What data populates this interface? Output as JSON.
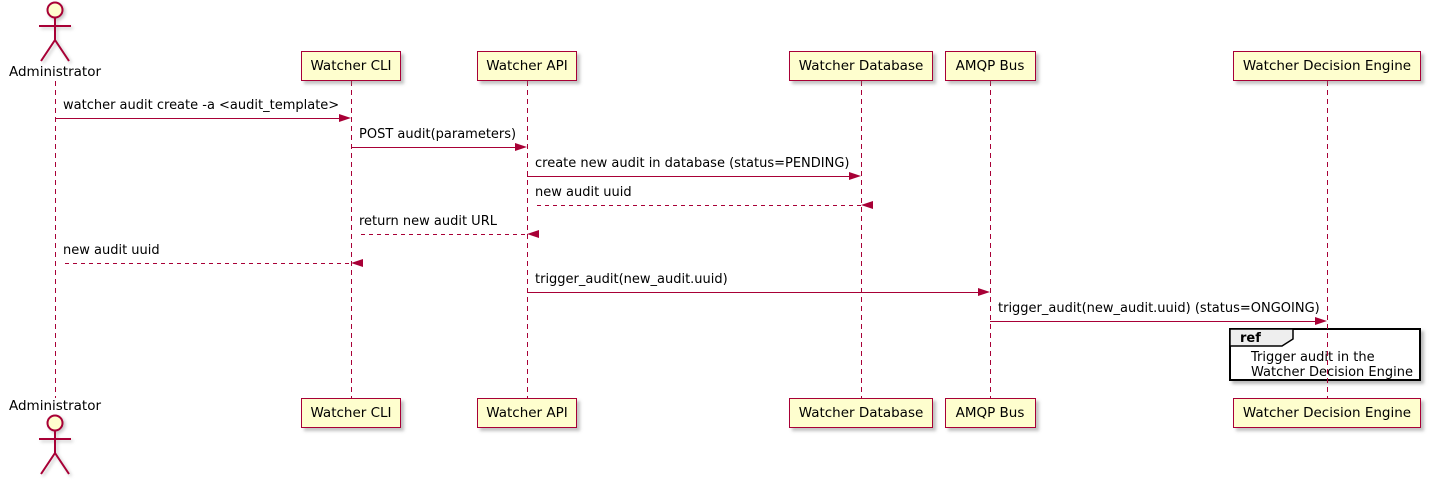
{
  "colors": {
    "accent": "#A80036",
    "participant_fill": "#FEFECE",
    "ref_header_fill": "#EEEEEE",
    "text": "#000000",
    "background": "#FFFFFF"
  },
  "participants": [
    {
      "name": "Administrator",
      "type": "actor"
    },
    {
      "name": "Watcher CLI",
      "type": "participant"
    },
    {
      "name": "Watcher API",
      "type": "participant"
    },
    {
      "name": "Watcher Database",
      "type": "participant"
    },
    {
      "name": "AMQP Bus",
      "type": "participant"
    },
    {
      "name": "Watcher Decision Engine",
      "type": "participant"
    }
  ],
  "messages": [
    {
      "text": "watcher audit create -a <audit_template>",
      "from": "Administrator",
      "to": "Watcher CLI",
      "line": "solid"
    },
    {
      "text": "POST audit(parameters)",
      "from": "Watcher CLI",
      "to": "Watcher API",
      "line": "solid"
    },
    {
      "text": "create new audit in database (status=PENDING)",
      "from": "Watcher API",
      "to": "Watcher Database",
      "line": "solid"
    },
    {
      "text": "new audit uuid",
      "from": "Watcher Database",
      "to": "Watcher API",
      "line": "dashed"
    },
    {
      "text": "return new audit URL",
      "from": "Watcher API",
      "to": "Watcher CLI",
      "line": "dashed"
    },
    {
      "text": "new audit uuid",
      "from": "Watcher CLI",
      "to": "Administrator",
      "line": "dashed"
    },
    {
      "text": "trigger_audit(new_audit.uuid)",
      "from": "Watcher API",
      "to": "AMQP Bus",
      "line": "solid"
    },
    {
      "text": "trigger_audit(new_audit.uuid) (status=ONGOING)",
      "from": "AMQP Bus",
      "to": "Watcher Decision Engine",
      "line": "solid"
    }
  ],
  "ref_fragment": {
    "keyword": "ref",
    "line1": "Trigger audit in the",
    "line2": "Watcher Decision Engine"
  }
}
